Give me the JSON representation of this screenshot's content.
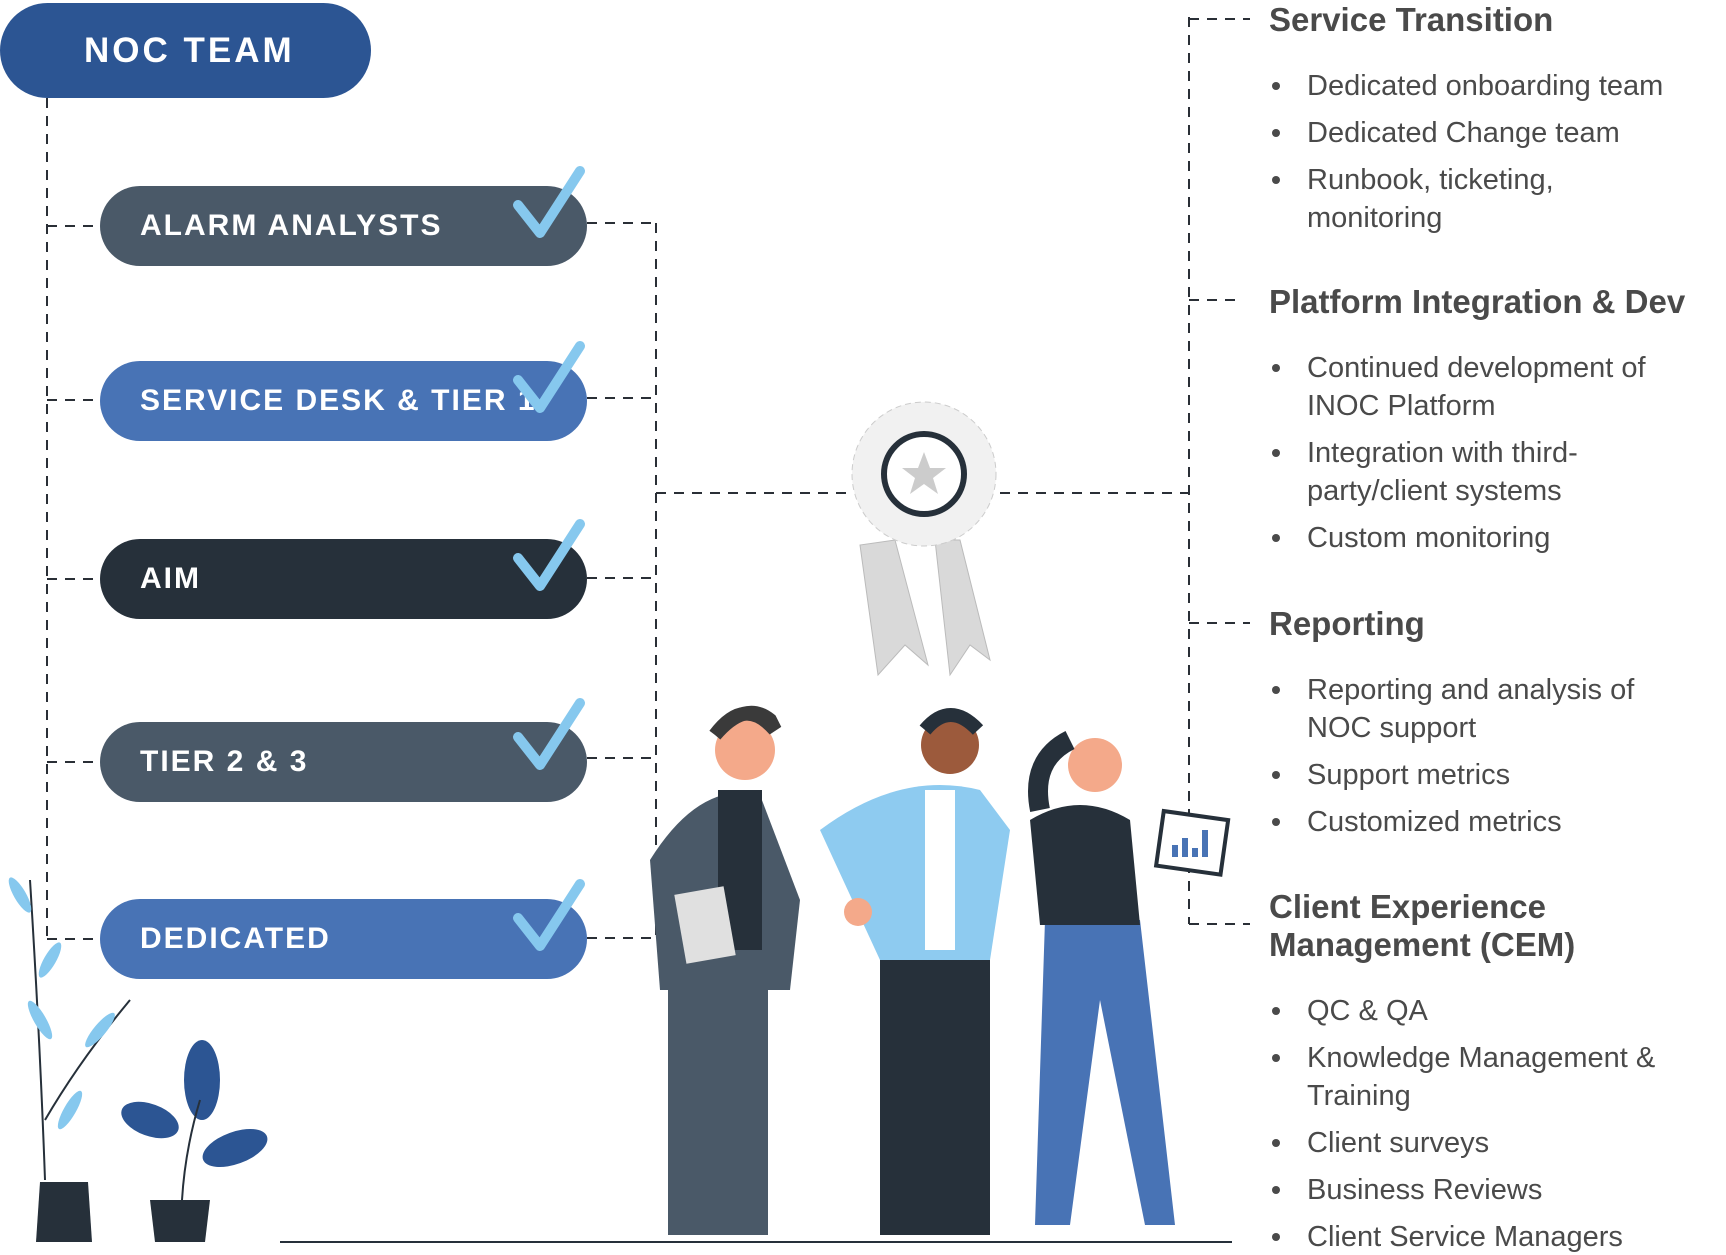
{
  "root": {
    "label": "NOC TEAM",
    "color": "#2c5593"
  },
  "teams": [
    {
      "label": "ALARM ANALYSTS",
      "color": "#4a5968"
    },
    {
      "label": "SERVICE DESK & TIER 1",
      "color": "#4873b5"
    },
    {
      "label": "AIM",
      "color": "#26303a"
    },
    {
      "label": "TIER 2 & 3",
      "color": "#4a5968"
    },
    {
      "label": "DEDICATED",
      "color": "#4873b5"
    }
  ],
  "check_color": "#86c8ee",
  "sections": [
    {
      "title": "Service Transition",
      "items": [
        "Dedicated onboarding team",
        "Dedicated Change team",
        "Runbook, ticketing, monitoring"
      ]
    },
    {
      "title": "Platform Integration & Dev",
      "items": [
        "Continued development of INOC Platform",
        "Integration with third-party/client systems",
        "Custom monitoring"
      ]
    },
    {
      "title": "Reporting",
      "items": [
        "Reporting and analysis of NOC support",
        "Support metrics",
        "Customized metrics"
      ]
    },
    {
      "title": "Client Experience Management (CEM)",
      "items": [
        "QC & QA",
        "Knowledge Management & Training",
        "Client surveys",
        "Business Reviews",
        "Client Service Managers"
      ]
    }
  ]
}
